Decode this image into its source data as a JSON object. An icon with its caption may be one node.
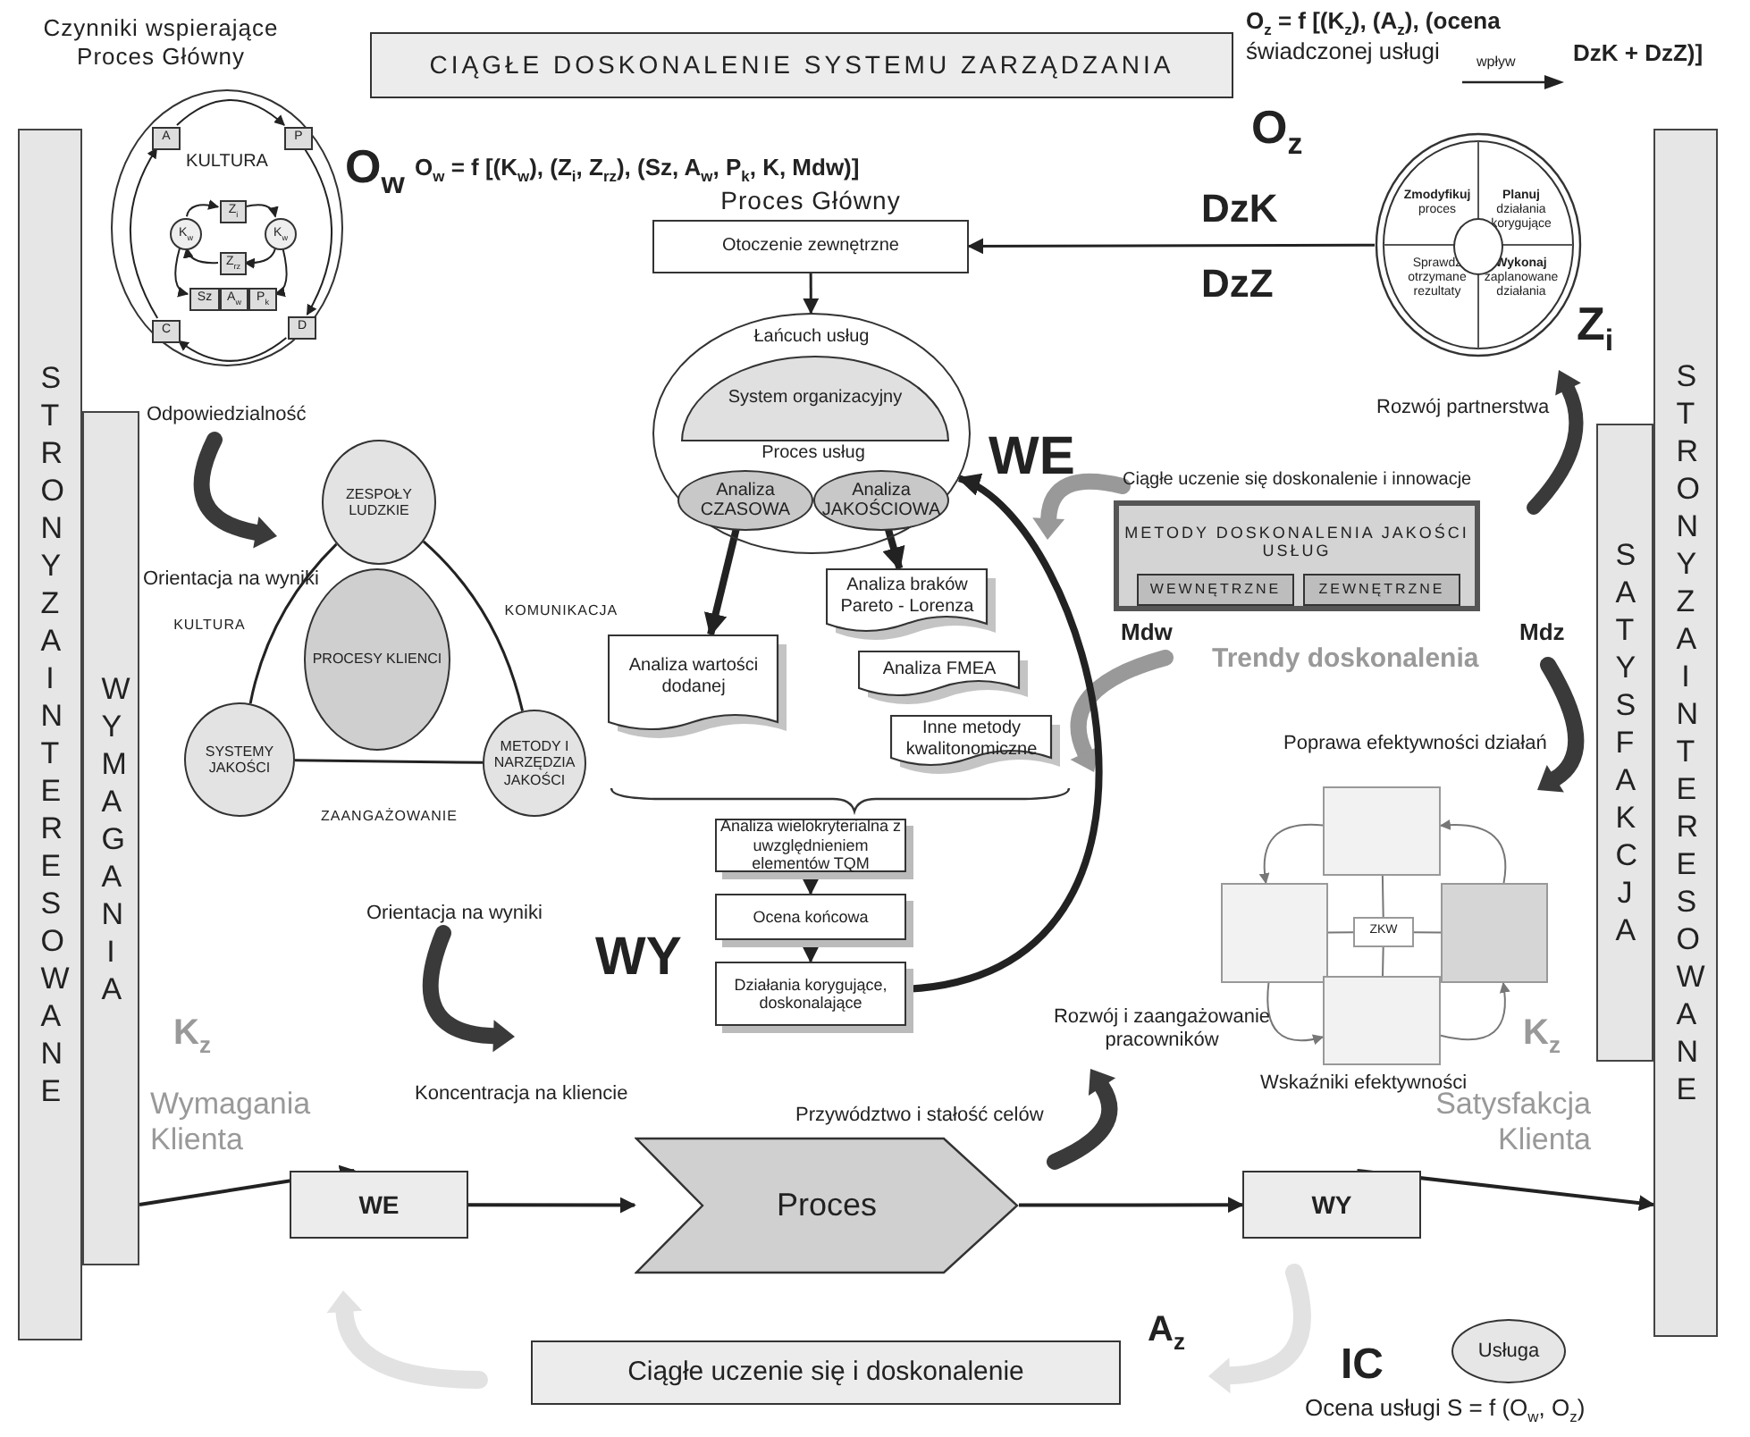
{
  "diagram": {
    "nodes": [
      {
        "text": [
          "CIĄGŁE DOSKONALENIE SYSTEMU ZARZĄDZANIA"
        ]
      },
      {
        "text": [
          "STRONY ZAINTERESOWANE"
        ]
      },
      {
        "text": [
          "WYMAGANIA"
        ]
      },
      {
        "text": [
          "SATYSFAKCJA"
        ]
      },
      {
        "text": [
          "STRONY ZAINTERESOWANE"
        ]
      },
      {
        "text": [
          "KULTURA"
        ]
      },
      {
        "text": [
          "A"
        ],
        "in": 5
      },
      {
        "text": [
          "P"
        ],
        "in": 5
      },
      {
        "text": [
          "C"
        ],
        "in": 5
      },
      {
        "text": [
          "D"
        ],
        "in": 5
      },
      {
        "text": [
          "Z$_{i}$"
        ],
        "in": 5
      },
      {
        "text": [
          "K$_{w}$"
        ],
        "in": 5
      },
      {
        "text": [
          "K$_{w}$"
        ],
        "in": 5
      },
      {
        "text": [
          "Z$_{rz}$"
        ],
        "in": 5
      },
      {
        "text": [
          "Sz"
        ],
        "in": 5
      },
      {
        "text": [
          "A$_{w}$"
        ],
        "in": 5
      },
      {
        "text": [
          "P$_{k}$"
        ],
        "in": 5
      },
      {
        "text": [
          "ZESPOŁY LUDZKIE"
        ]
      },
      {
        "text": [
          "PROCESY KLIENCI"
        ]
      },
      {
        "text": [
          "SYSTEMY JAKOŚCI"
        ]
      },
      {
        "text": [
          "METODY I NARZĘDZIA JAKOŚCI"
        ]
      },
      {
        "text": [
          "Otoczenie zewnętrzne"
        ]
      },
      {
        "text": [
          "Łańcuch usług"
        ]
      },
      {
        "text": [
          "System organizacyjny"
        ],
        "in": 22
      },
      {
        "text": [
          "Analiza CZASOWA"
        ],
        "in": 22
      },
      {
        "text": [
          "Analiza JAKOŚCIOWA"
        ],
        "in": 22
      },
      {
        "text": [
          "Analiza wartości dodanej"
        ]
      },
      {
        "text": [
          "Analiza braków Pareto - Lorenza"
        ]
      },
      {
        "text": [
          "Analiza FMEA"
        ]
      },
      {
        "text": [
          "Inne metody kwalitonomiczne"
        ]
      },
      {
        "text": [
          "Analiza wielokryterialna z uwzględnieniem elementów TQM"
        ]
      },
      {
        "text": [
          "Ocena końcowa"
        ]
      },
      {
        "text": [
          "Działania korygujące, doskonalające"
        ]
      },
      {
        "text": [
          "**Zmodyfikuj** proces",
          "**Planuj** działania korygujące",
          "Sprawdź otrzymane rezultaty",
          "**Wykonaj** zaplanowane działania"
        ]
      },
      {
        "text": [],
        "shape": "circle",
        "in": 33
      },
      {
        "text": [
          "METODY DOSKONALENIA JAKOŚCI USŁUG"
        ]
      },
      {
        "text": [
          "WEWNĘTRZNE"
        ],
        "in": 35
      },
      {
        "text": [
          "ZEWNĘTRZNE"
        ],
        "in": 35
      },
      {
        "text": [],
        "shape": "box"
      },
      {
        "text": [],
        "shape": "box"
      },
      {
        "text": [
          "ZKW"
        ]
      },
      {
        "text": [],
        "shape": "box"
      },
      {
        "text": [],
        "shape": "box"
      },
      {
        "text": [
          "WE"
        ]
      },
      {
        "text": [
          "Proces"
        ]
      },
      {
        "text": [
          "WY"
        ]
      },
      {
        "text": [
          "Ciągłe uczenie się i doskonalenie"
        ]
      },
      {
        "text": [
          "Usługa"
        ]
      }
    ],
    "edges": [
      {
        "from": 6,
        "to": 7,
        "arrow": "to"
      },
      {
        "from": 7,
        "to": 9,
        "arrow": "to"
      },
      {
        "from": 9,
        "to": 8,
        "arrow": "to"
      },
      {
        "from": 8,
        "to": 6,
        "arrow": "to"
      },
      {
        "from": 10,
        "to": 12,
        "arrow": "to"
      },
      {
        "from": 12,
        "to": 13,
        "arrow": "to"
      },
      {
        "from": 13,
        "to": 11,
        "arrow": "to"
      },
      {
        "from": 11,
        "to": 10,
        "arrow": "to"
      },
      {
        "from": 11,
        "to": 14,
        "arrow": "to"
      },
      {
        "from": 12,
        "to": 16,
        "arrow": "to"
      },
      {
        "from": 17,
        "to": 19,
        "arrow": "none",
        "label": "KULTURA"
      },
      {
        "from": 17,
        "to": 20,
        "arrow": "none",
        "label": "KOMUNIKACJA"
      },
      {
        "from": 19,
        "to": 20,
        "arrow": "none",
        "label": "ZAANGAŻOWANIE"
      },
      {
        "from": 33,
        "to": 21,
        "arrow": "to"
      },
      {
        "from": 21,
        "to": 22,
        "arrow": "to"
      },
      {
        "from": 24,
        "to": 26,
        "arrow": "to",
        "style": "thick"
      },
      {
        "from": 25,
        "to": 27,
        "arrow": "to",
        "style": "thick"
      },
      {
        "from": 30,
        "to": 31,
        "arrow": "to"
      },
      {
        "from": 31,
        "to": 32,
        "arrow": "to"
      },
      {
        "from": 32,
        "to": 22,
        "arrow": "to",
        "style": "thick"
      },
      {
        "from": 38,
        "to": 39,
        "arrow": "to"
      },
      {
        "from": 39,
        "to": 42,
        "arrow": "to"
      },
      {
        "from": 42,
        "to": 41,
        "arrow": "to"
      },
      {
        "from": 41,
        "to": 38,
        "arrow": "to"
      },
      {
        "from": 40,
        "to": 38,
        "arrow": "none"
      },
      {
        "from": 40,
        "to": 39,
        "arrow": "none"
      },
      {
        "from": 40,
        "to": 41,
        "arrow": "none"
      },
      {
        "from": 40,
        "to": 42,
        "arrow": "none"
      },
      {
        "from": 2,
        "to": 43,
        "arrow": "to"
      },
      {
        "from": 43,
        "to": 44,
        "arrow": "to"
      },
      {
        "from": 44,
        "to": 45,
        "arrow": "to"
      },
      {
        "from": 45,
        "to": 4,
        "arrow": "to"
      }
    ],
    "labels": [
      "Czynniki wspierające Proces Główny",
      "O$_{z}$ = f [(K$_{z}$), (A$_{z}$), (ocena",
      "świadczonej usługi",
      "wpływ",
      "DzK + DzZ)]",
      "O$_{w}$",
      "O$_{w}$ = f [(K$_{w}$), (Z$_{i}$, Z$_{rz}$), (Sz, A$_{w}$, P$_{k}$, K, Mdw)]",
      "O$_{z}$",
      "Proces Główny",
      "DzK",
      "DzZ",
      "Z$_{i}$",
      "Odpowiedzialność",
      "Rozwój partnerstwa",
      "Proces usług",
      "WE",
      "Ciągłe uczenie się doskonalenie i innowacje",
      "Orientacja na wyniki",
      "Mdw",
      "Mdz",
      "Trendy doskonalenia",
      "Poprawa efektywności działań",
      "Orientacja na wyniki",
      "WY",
      "K$_{z}$",
      "Rozwój i zaangażowanie pracowników",
      "K$_{z}$",
      "Koncentracja na kliencie",
      "Wskaźniki efektywności",
      "Wymagania Klienta",
      "Przywództwo i stałość celów",
      "Satysfakcja Klienta",
      "A$_{z}$",
      "IC",
      "Ocena usługi S = f (O$_{w}$, O$_{z}$)"
    ]
  }
}
